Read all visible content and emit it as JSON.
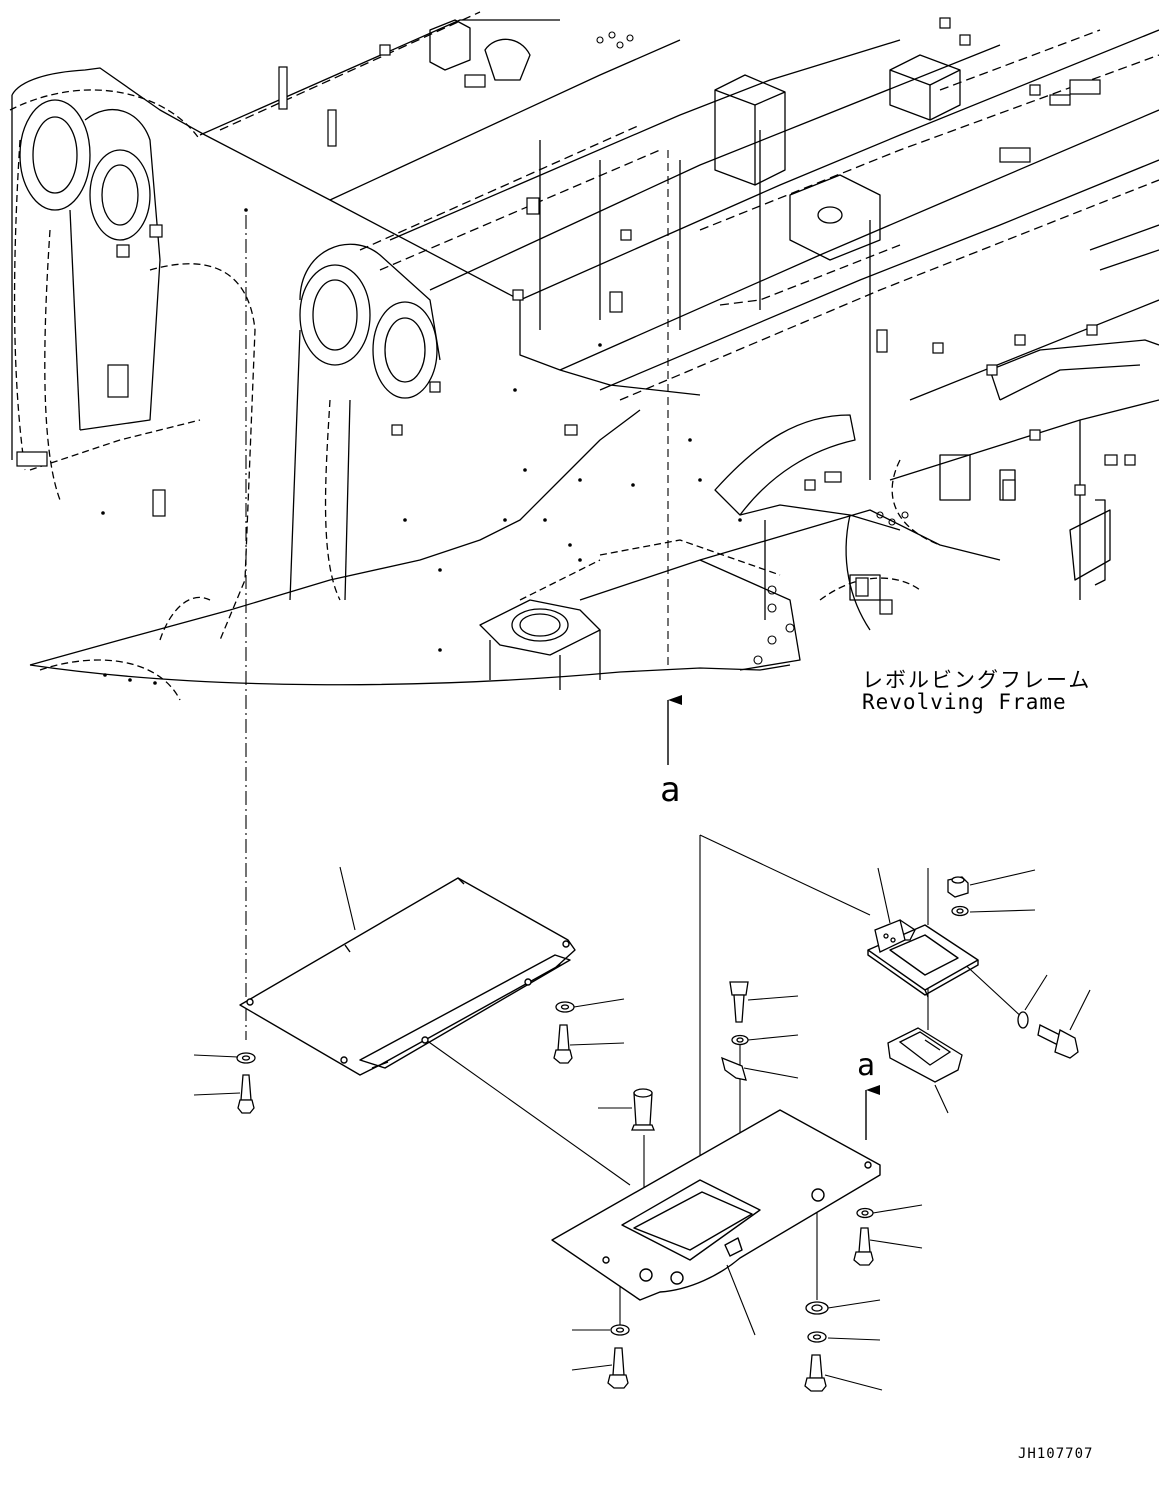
{
  "labels": {
    "frame_name_jp": "レボルビングフレーム",
    "frame_name_en": "Revolving Frame",
    "view_marker_main": "a",
    "view_marker_detail": "a",
    "drawing_code": "JH107707"
  }
}
